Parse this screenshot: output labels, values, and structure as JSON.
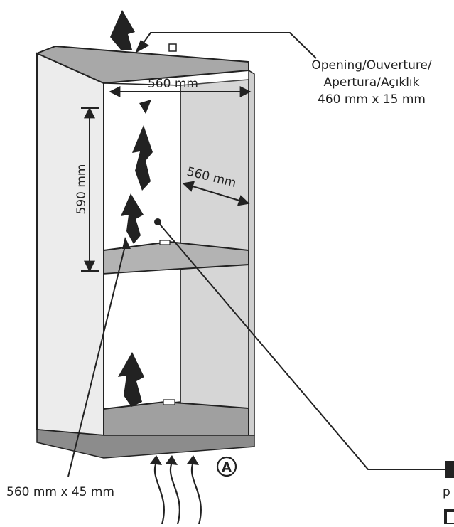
{
  "opening_label": {
    "line1": "Opening/Ouverture/",
    "line2": "Apertura/Açıklık",
    "line3": "460 mm x 15 mm"
  },
  "dimensions": {
    "top_width": "560 mm",
    "height": "590 mm",
    "depth": "560 mm",
    "bottom_opening": "560 mm x 45 mm"
  },
  "marker": "A",
  "cut_text": "p",
  "colors": {
    "line": "#222222",
    "panel_light": "#ececec",
    "panel_mid": "#cfcfcf",
    "panel_dark": "#9a9a9a",
    "plinth": "#8c8c8c",
    "arrow": "#222222"
  }
}
